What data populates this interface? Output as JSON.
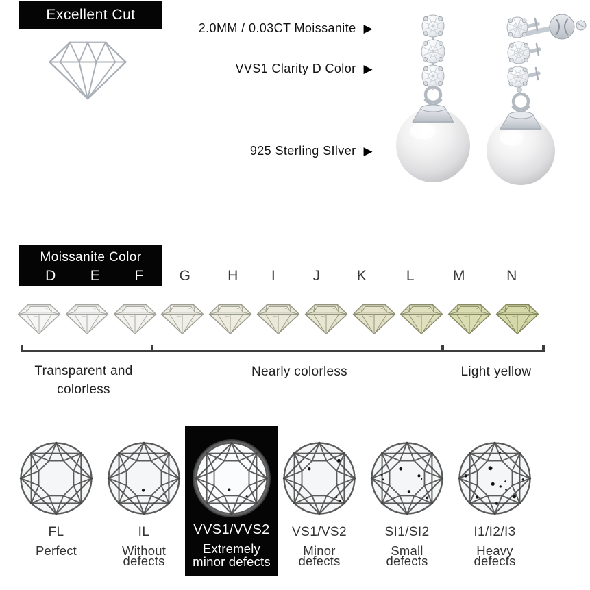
{
  "cut_section": {
    "badge": "Excellent Cut",
    "arrow_icon": "▶",
    "annotations": [
      {
        "text": "2.0MM / 0.03CT Moissanite"
      },
      {
        "text": "VVS1 Clarity D Color"
      },
      {
        "text": "925 Sterling SIlver"
      }
    ],
    "icons": [
      "diamond-side-view-icon",
      "pearl-drop-earring-left",
      "pearl-drop-earring-right"
    ]
  },
  "color_section": {
    "badge": "Moissanite Color",
    "grades": [
      {
        "letter": "D",
        "in_badge": true,
        "tint": "#f6f6f5",
        "stroke": "#a9a9a6"
      },
      {
        "letter": "E",
        "in_badge": true,
        "tint": "#f4f4f2",
        "stroke": "#a6a6a2"
      },
      {
        "letter": "F",
        "in_badge": true,
        "tint": "#f3f2ee",
        "stroke": "#a3a39c"
      },
      {
        "letter": "G",
        "in_badge": false,
        "tint": "#f0efe7",
        "stroke": "#a0a096"
      },
      {
        "letter": "H",
        "in_badge": false,
        "tint": "#edecdf",
        "stroke": "#9c9c8e"
      },
      {
        "letter": "I",
        "in_badge": false,
        "tint": "#eae9d9",
        "stroke": "#989886"
      },
      {
        "letter": "J",
        "in_badge": false,
        "tint": "#e7e6d1",
        "stroke": "#94947e"
      },
      {
        "letter": "K",
        "in_badge": false,
        "tint": "#e4e3c9",
        "stroke": "#909076"
      },
      {
        "letter": "L",
        "in_badge": false,
        "tint": "#e0e0bf",
        "stroke": "#8c8d6e"
      },
      {
        "letter": "M",
        "in_badge": false,
        "tint": "#dadcb2",
        "stroke": "#878a63"
      },
      {
        "letter": "N",
        "in_badge": false,
        "tint": "#d5d8a8",
        "stroke": "#82865b"
      }
    ],
    "ranges": [
      {
        "lines": [
          "Transparent and",
          "colorless"
        ]
      },
      {
        "lines": [
          "Nearly colorless"
        ]
      },
      {
        "lines": [
          "Light yellow"
        ]
      }
    ]
  },
  "clarity_section": {
    "items": [
      {
        "grade": "FL",
        "desc_lines": [
          "Perfect"
        ],
        "highlighted": false,
        "dots": []
      },
      {
        "grade": "IL",
        "desc_lines": [
          "Without",
          "defects"
        ],
        "highlighted": false,
        "dots": [
          [
            -1,
            19,
            2.4
          ]
        ]
      },
      {
        "grade": "VVS1/VVS2",
        "desc_lines": [
          "Extremely",
          "minor defects"
        ],
        "highlighted": true,
        "dots": [
          [
            -4,
            18,
            2.2
          ],
          [
            24,
            29,
            1.7
          ]
        ]
      },
      {
        "grade": "VS1/VS2",
        "desc_lines": [
          "Minor",
          "defects"
        ],
        "highlighted": false,
        "dots": [
          [
            31,
            -28,
            2.6
          ],
          [
            -16,
            -15,
            2.4
          ],
          [
            27,
            30,
            1.6
          ],
          [
            33,
            36,
            1.4
          ]
        ]
      },
      {
        "grade": "SI1/SI2",
        "desc_lines": [
          "Small",
          "defects"
        ],
        "highlighted": false,
        "dots": [
          [
            -10,
            -15,
            2.6
          ],
          [
            19,
            -4,
            2.2
          ],
          [
            -40,
            -6,
            1.6
          ],
          [
            -38,
            2,
            1.4
          ],
          [
            3,
            21,
            2.2
          ],
          [
            32,
            31,
            2.0
          ],
          [
            23,
            1,
            1.2
          ]
        ]
      },
      {
        "grade": "I1/I2/I3",
        "desc_lines": [
          "Heavy",
          "defects"
        ],
        "highlighted": false,
        "dots": [
          [
            -7,
            -16,
            3.2
          ],
          [
            -46,
            -4,
            2.4
          ],
          [
            8,
            -41,
            1.6
          ],
          [
            -3,
            9,
            2.8
          ],
          [
            9,
            13,
            1.8
          ],
          [
            17,
            5,
            1.4
          ],
          [
            45,
            2,
            1.8
          ],
          [
            -28,
            30,
            2.2
          ],
          [
            31,
            29,
            2.8
          ],
          [
            3,
            40,
            2.2
          ],
          [
            18,
            18,
            1.4
          ]
        ]
      }
    ]
  },
  "colors": {
    "badge_bg": "#050505",
    "badge_text": "#ffffff",
    "body_text": "#1c1c1c",
    "scale_line": "#3d3d3d",
    "metal_silver": "#c6ccd3",
    "pearl_light": "#f6f6f7",
    "pearl_dark": "#bcbcc0"
  }
}
